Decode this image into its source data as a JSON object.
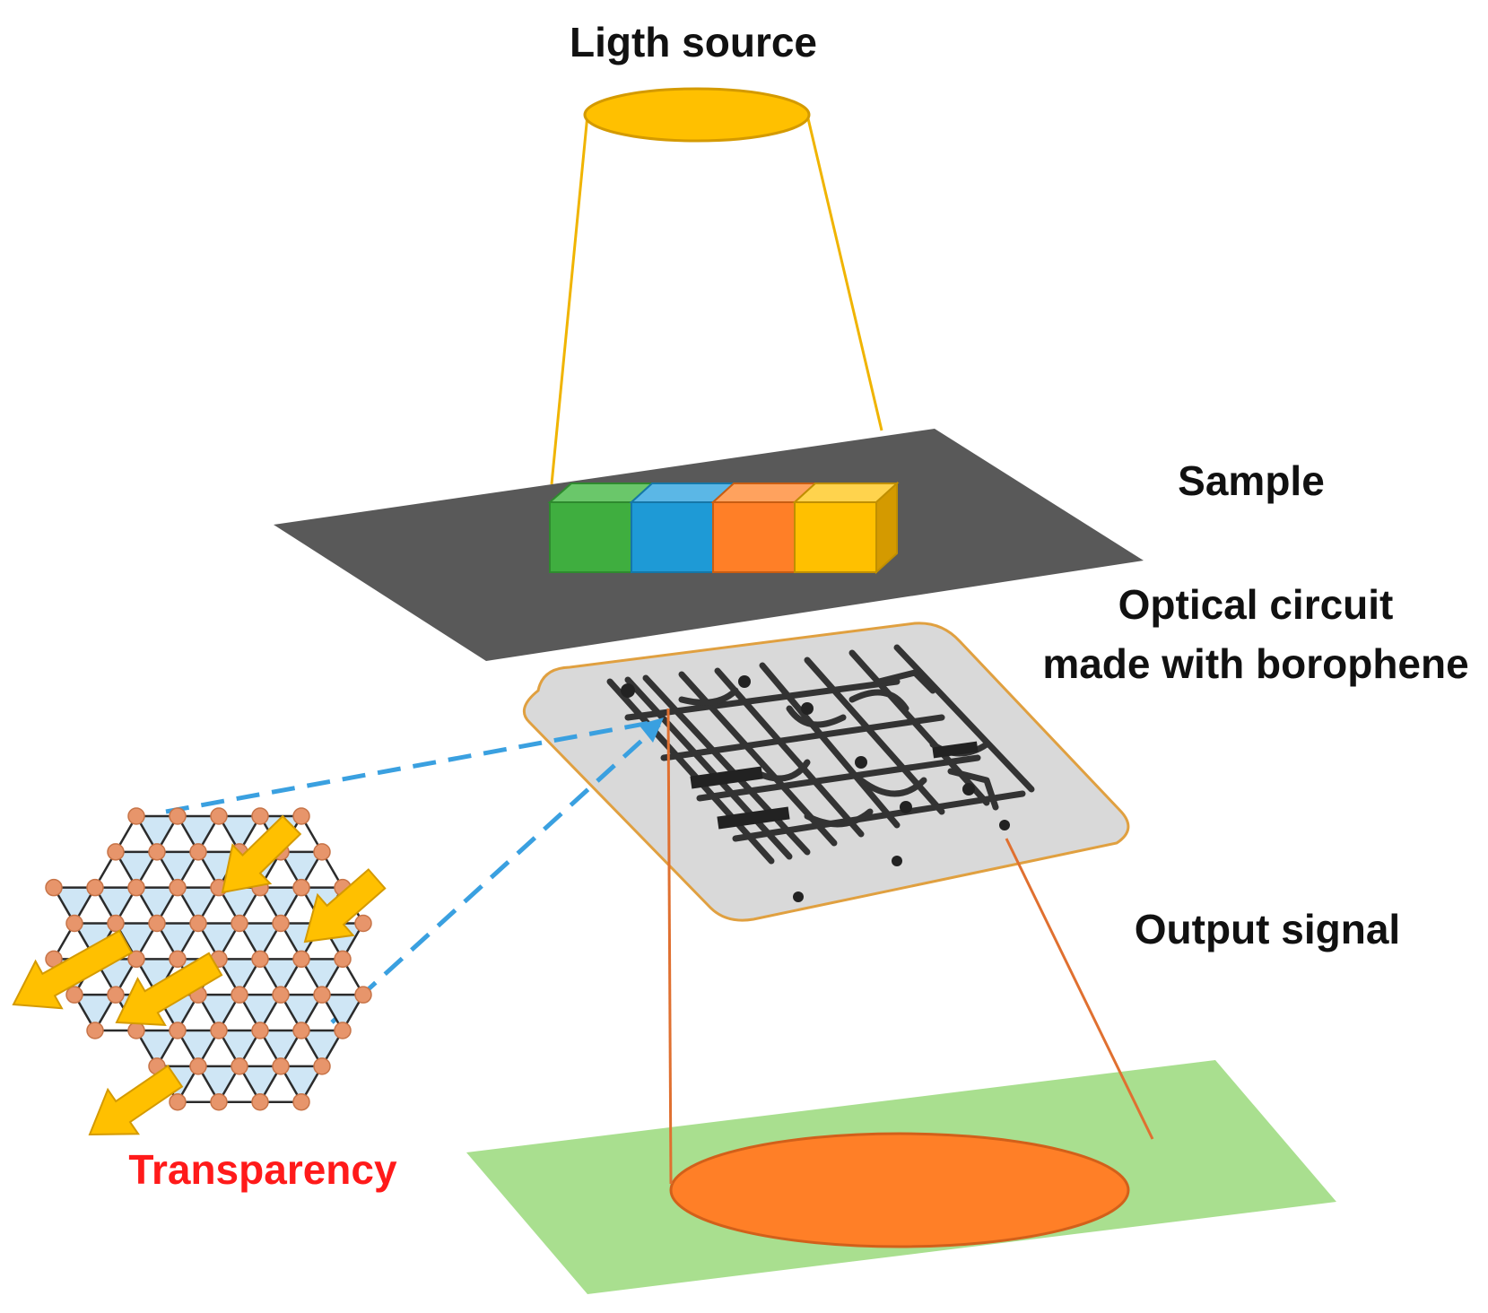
{
  "labels": {
    "light_source": "Ligth source",
    "sample": "Sample",
    "optical_line1": "Optical circuit",
    "optical_line2": "made with borophene",
    "output_signal": "Output signal",
    "transparency": "Transparency"
  },
  "colors": {
    "light_source": "#ffc000",
    "sample_plate": "#595959",
    "cube_green": "#3fae3f",
    "cube_blue": "#1e9ad6",
    "cube_orange": "#ff7f27",
    "cube_yellow": "#ffc000",
    "circuit_board": "#d9d9d9",
    "circuit_border": "#e0a040",
    "detector_plate": "#a9df8f",
    "output_spot": "#ff7f27",
    "dashed_link": "#3aa0e0",
    "atom": "#e7956b",
    "lattice_fill": "#cfe6f5",
    "arrow": "#ffc000",
    "transparency_text": "#ff1a1a"
  }
}
